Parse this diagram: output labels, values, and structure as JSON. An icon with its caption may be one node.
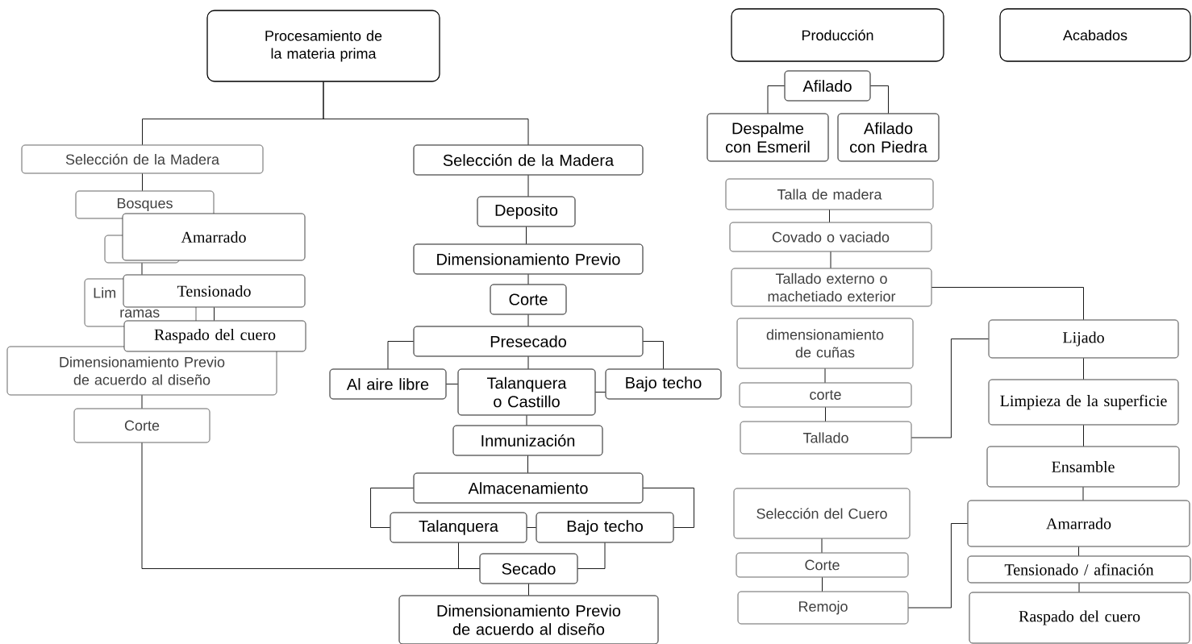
{
  "diagram": {
    "nodes": [
      {
        "text": [
          "Procesamiento de la materia prima"
        ]
      },
      {
        "text": [
          "Selección de la Madera"
        ]
      },
      {
        "text": [
          "Bosques"
        ]
      },
      {
        "text": [],
        "shape": "box"
      },
      {
        "text": [
          "Lim",
          "ramas"
        ]
      },
      {
        "text": [
          "Dimensionamiento Previo de acuerdo al diseño"
        ]
      },
      {
        "text": [
          "Corte"
        ]
      },
      {
        "text": [
          "Amarrado"
        ]
      },
      {
        "text": [
          "Tensionado"
        ]
      },
      {
        "text": [
          "Raspado del cuero"
        ]
      },
      {
        "text": [
          "Selección de la Madera"
        ]
      },
      {
        "text": [
          "Deposito"
        ]
      },
      {
        "text": [
          "Dimensionamiento Previo"
        ]
      },
      {
        "text": [
          "Corte"
        ]
      },
      {
        "text": [
          "Presecado"
        ]
      },
      {
        "text": [
          "Al aire libre"
        ]
      },
      {
        "text": [
          "Talanquera o Castillo"
        ]
      },
      {
        "text": [
          "Bajo techo"
        ]
      },
      {
        "text": [
          "Inmunización"
        ]
      },
      {
        "text": [
          "Almacenamiento"
        ]
      },
      {
        "text": [
          "Talanquera"
        ]
      },
      {
        "text": [
          "Bajo techo"
        ]
      },
      {
        "text": [
          "Secado"
        ]
      },
      {
        "text": [
          "Dimensionamiento Previo de acuerdo al diseño"
        ]
      },
      {
        "text": [
          "Producción"
        ]
      },
      {
        "text": [
          "Acabados"
        ]
      },
      {
        "text": [
          "Afilado"
        ]
      },
      {
        "text": [
          "Despalme con Esmeril"
        ]
      },
      {
        "text": [
          "Afilado con Piedra"
        ]
      },
      {
        "text": [
          "Talla de madera"
        ]
      },
      {
        "text": [
          "Covado o vaciado"
        ]
      },
      {
        "text": [
          "Tallado externo o machetiado exterior"
        ]
      },
      {
        "text": [
          "dimensionamiento de cuñas"
        ]
      },
      {
        "text": [
          "corte"
        ]
      },
      {
        "text": [
          "Tallado"
        ]
      },
      {
        "text": [
          "Selección del Cuero"
        ]
      },
      {
        "text": [
          "Corte"
        ]
      },
      {
        "text": [
          "Remojo"
        ]
      },
      {
        "text": [
          "Lijado"
        ]
      },
      {
        "text": [
          "Limpieza de la superficie"
        ]
      },
      {
        "text": [
          "Ensamble"
        ]
      },
      {
        "text": [
          "Amarrado"
        ]
      },
      {
        "text": [
          "Tensionado / afinación"
        ]
      },
      {
        "text": [
          "Raspado del cuero"
        ]
      }
    ],
    "edges": [
      {
        "from": 0,
        "to": 1,
        "arrow": "none"
      },
      {
        "from": 0,
        "to": 10,
        "arrow": "none"
      },
      {
        "from": 1,
        "to": 2,
        "arrow": "none"
      },
      {
        "from": 3,
        "to": 8,
        "arrow": "none"
      },
      {
        "from": 8,
        "to": 9,
        "arrow": "none"
      },
      {
        "from": 5,
        "to": 6,
        "arrow": "none"
      },
      {
        "from": 6,
        "to": 22,
        "arrow": "none"
      },
      {
        "from": 10,
        "to": 11,
        "arrow": "none"
      },
      {
        "from": 11,
        "to": 12,
        "arrow": "none"
      },
      {
        "from": 12,
        "to": 13,
        "arrow": "none"
      },
      {
        "from": 13,
        "to": 14,
        "arrow": "none"
      },
      {
        "from": 14,
        "to": 15,
        "arrow": "none"
      },
      {
        "from": 14,
        "to": 16,
        "arrow": "none"
      },
      {
        "from": 14,
        "to": 17,
        "arrow": "none"
      },
      {
        "from": 15,
        "to": 16,
        "arrow": "none"
      },
      {
        "from": 16,
        "to": 17,
        "arrow": "none"
      },
      {
        "from": 16,
        "to": 18,
        "arrow": "none"
      },
      {
        "from": 18,
        "to": 19,
        "arrow": "none"
      },
      {
        "from": 19,
        "to": 20,
        "arrow": "none"
      },
      {
        "from": 19,
        "to": 21,
        "arrow": "none"
      },
      {
        "from": 20,
        "to": 21,
        "arrow": "none"
      },
      {
        "from": 20,
        "to": 22,
        "arrow": "none"
      },
      {
        "from": 21,
        "to": 22,
        "arrow": "none"
      },
      {
        "from": 22,
        "to": 23,
        "arrow": "none"
      },
      {
        "from": 26,
        "to": 27,
        "arrow": "none"
      },
      {
        "from": 26,
        "to": 28,
        "arrow": "none"
      },
      {
        "from": 29,
        "to": 30,
        "arrow": "none"
      },
      {
        "from": 30,
        "to": 31,
        "arrow": "none"
      },
      {
        "from": 31,
        "to": 38,
        "arrow": "none"
      },
      {
        "from": 32,
        "to": 33,
        "arrow": "none"
      },
      {
        "from": 33,
        "to": 34,
        "arrow": "none"
      },
      {
        "from": 34,
        "to": 38,
        "arrow": "none"
      },
      {
        "from": 35,
        "to": 36,
        "arrow": "none"
      },
      {
        "from": 36,
        "to": 37,
        "arrow": "none"
      },
      {
        "from": 37,
        "to": 41,
        "arrow": "none"
      },
      {
        "from": 38,
        "to": 39,
        "arrow": "none"
      },
      {
        "from": 39,
        "to": 40,
        "arrow": "none"
      },
      {
        "from": 40,
        "to": 41,
        "arrow": "none"
      },
      {
        "from": 41,
        "to": 42,
        "arrow": "none"
      },
      {
        "from": 42,
        "to": 43,
        "arrow": "none"
      }
    ]
  }
}
